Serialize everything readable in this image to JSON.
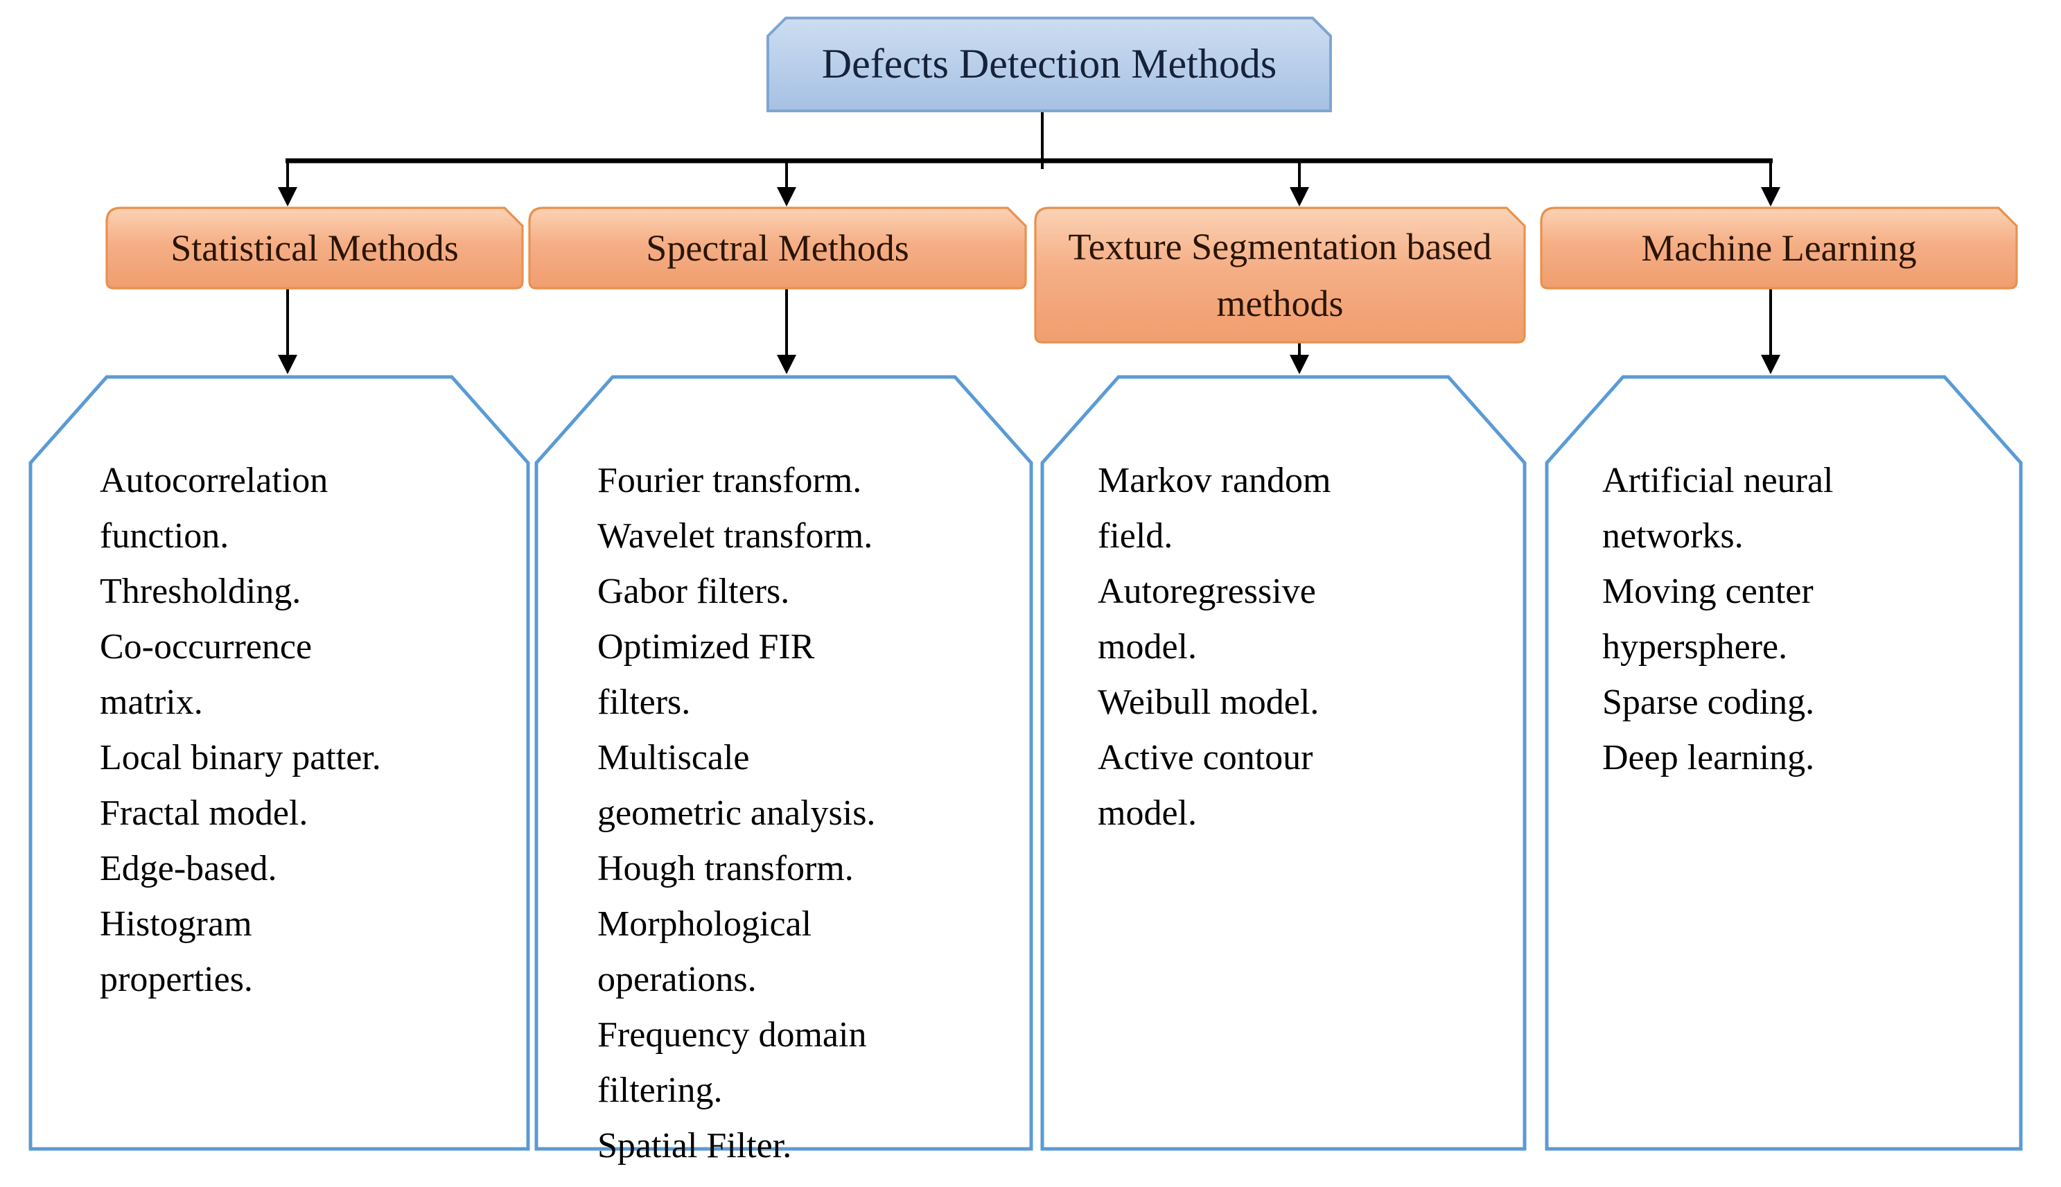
{
  "diagram": {
    "root": {
      "label": "Defects Detection Methods"
    },
    "categories": [
      {
        "label": "Statistical Methods",
        "items": [
          "Autocorrelation function.",
          "Thresholding.",
          "Co-occurrence matrix.",
          "Local binary patter.",
          "Fractal model.",
          "Edge-based.",
          "Histogram properties."
        ]
      },
      {
        "label": "Spectral Methods",
        "items": [
          "Fourier transform.",
          "Wavelet transform.",
          "Gabor filters.",
          "Optimized FIR filters.",
          "Multiscale geometric analysis.",
          "Hough transform.",
          "Morphological operations.",
          "Frequency domain filtering.",
          "Spatial Filter."
        ]
      },
      {
        "label": "Texture Segmentation based methods",
        "items": [
          "Markov random field.",
          "Autoregressive model.",
          "Weibull model.",
          "Active contour model."
        ]
      },
      {
        "label": "Machine Learning",
        "items": [
          "Artificial neural networks.",
          "Moving center hypersphere.",
          "Sparse coding.",
          "Deep learning."
        ]
      }
    ],
    "colors": {
      "root_fill_top": "#cdddf1",
      "root_fill_bottom": "#a6c1e4",
      "root_border": "#7ea6d2",
      "category_fill_top": "#fbd3b5",
      "category_fill_bottom": "#f09e6f",
      "category_border": "#e8914d",
      "list_border": "#5b9bd5",
      "list_fill": "#ffffff",
      "connector": "#000000",
      "root_text": "#15223a",
      "category_text": "#2a1505",
      "list_text": "#000000"
    }
  }
}
